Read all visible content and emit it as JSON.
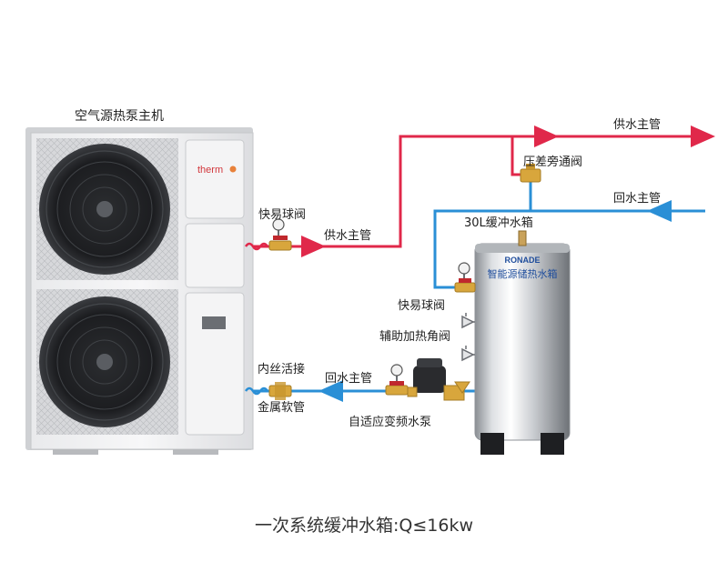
{
  "diagram": {
    "caption": "一次系统缓冲水箱:Q≤16kw",
    "labels": {
      "heat_pump_unit": "空气源热泵主机",
      "supply_main_top": "供水主管",
      "differential_bypass_valve": "压差旁通阀",
      "return_main_right": "回水主管",
      "quick_ball_valve_left": "快易球阀",
      "supply_main_left": "供水主管",
      "buffer_tank": "30L缓冲水箱",
      "quick_ball_valve_tank": "快易球阀",
      "aux_heating_angle_valve": "辅助加热角阀",
      "inner_thread_joint": "内丝活接",
      "return_main_bottom": "回水主管",
      "metal_hose": "金属软管",
      "adaptive_vf_pump": "自适应变频水泵"
    },
    "brand": {
      "unit_logo": "therm",
      "tank_brand": "RONADE",
      "tank_name": "智能源储热水箱"
    },
    "colors": {
      "supply_pipe": "#e0284a",
      "return_pipe": "#2a8fd6",
      "valve_brass": "#d8a63c"
    }
  }
}
